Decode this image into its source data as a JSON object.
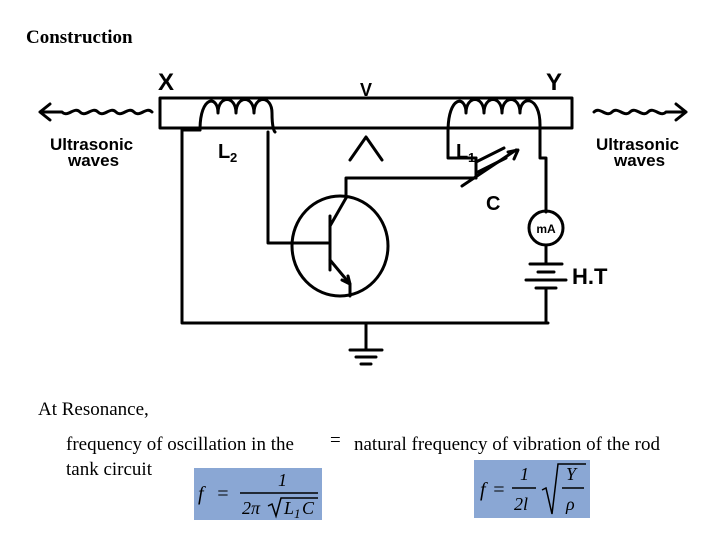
{
  "heading": "Construction",
  "diagram": {
    "rod_end_left": "X",
    "rod_end_right": "Y",
    "rod_label": "V",
    "coil_left": "L",
    "coil_left_sub": "2",
    "coil_right": "L",
    "coil_right_sub": "1",
    "capacitor": "C",
    "meter": "mA",
    "battery": "H.T",
    "waves_left_line1": "Ultrasonic",
    "waves_left_line2": "waves",
    "waves_right_line1": "Ultrasonic",
    "waves_right_line2": "waves"
  },
  "text": {
    "resonance": "At Resonance,",
    "freq_left": "frequency  of  oscillation in the",
    "equals": "=",
    "freq_right": "natural frequency of vibration of the rod",
    "tank": "tank circuit"
  },
  "formula1": {
    "lhs": "f",
    "eq": "=",
    "num": "1",
    "den_a": "2π",
    "den_l": "L",
    "den_sub": "1",
    "den_c": "C"
  },
  "formula2": {
    "lhs": "f",
    "eq": "=",
    "num": "1",
    "den": "2l",
    "root_num": "Y",
    "root_den": "ρ"
  },
  "colors": {
    "formula_bg": "#8aa7d4"
  }
}
